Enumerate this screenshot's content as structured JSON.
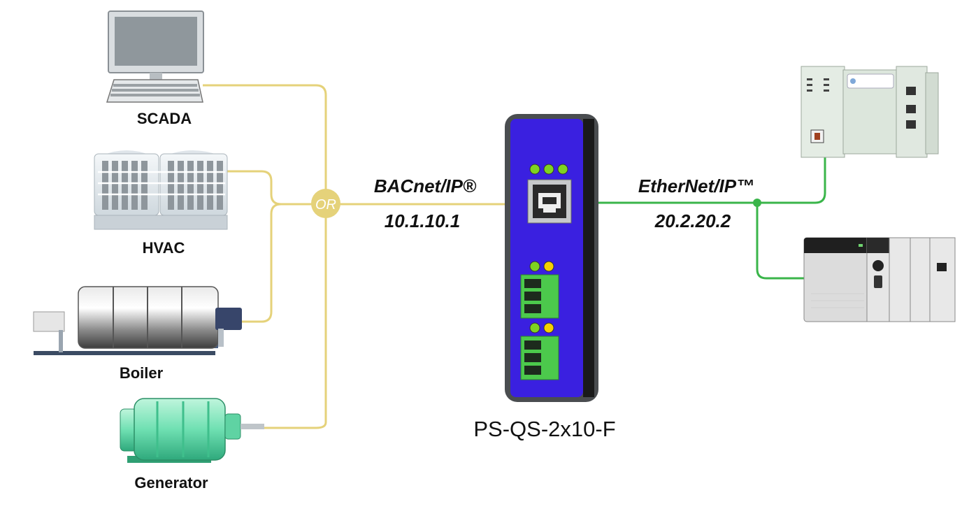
{
  "devices": {
    "scada": "SCADA",
    "hvac": "HVAC",
    "boiler": "Boiler",
    "generator": "Generator"
  },
  "junction": {
    "or_label": "OR"
  },
  "bacnet": {
    "protocol": "BACnet/IP®",
    "address": "10.1.10.1"
  },
  "ethernet": {
    "protocol": "EtherNet/IP™",
    "address": "20.2.20.2"
  },
  "gateway": {
    "model": "PS-QS-2x10-F"
  },
  "colors": {
    "bacnet_line": "#e5d27a",
    "ethernet_line": "#3ab54a",
    "gateway_body": "#3a20e0",
    "led": "#7ed321",
    "led_yellow": "#f5d000",
    "terminal": "#4cc94c"
  }
}
